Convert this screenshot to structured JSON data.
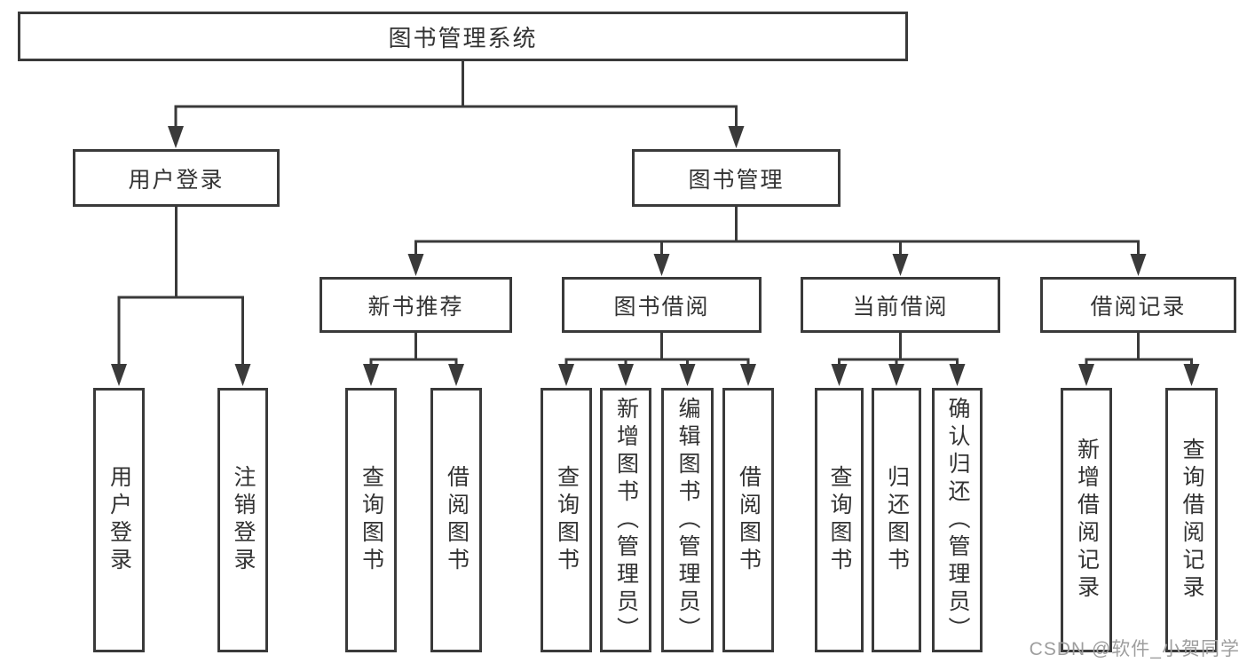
{
  "colors": {
    "line": "#3a3a3a",
    "text": "#333333",
    "bg": "#ffffff",
    "watermark": "#9e9e9e"
  },
  "nodes": {
    "root": "图书管理系统",
    "user_login": "用户登录",
    "book_mgmt": "图书管理",
    "new_book_rec": "新书推荐",
    "book_borrow": "图书借阅",
    "current_borrow": "当前借阅",
    "borrow_record": "借阅记录",
    "ul_login": "用户登录",
    "ul_logout": "注销登录",
    "nb_query": "查询图书",
    "nb_borrow": "借阅图书",
    "bb_query": "查询图书",
    "bb_add": "新增图书（管理员）",
    "bb_edit": "编辑图书（管理员）",
    "bb_borrow": "借阅图书",
    "cb_query": "查询图书",
    "cb_return": "归还图书",
    "cb_confirm": "确认归还（管理员）",
    "br_add": "新增借阅记录",
    "br_query": "查询借阅记录"
  },
  "watermark": {
    "text": "CSDN @软件_小贺同学"
  }
}
